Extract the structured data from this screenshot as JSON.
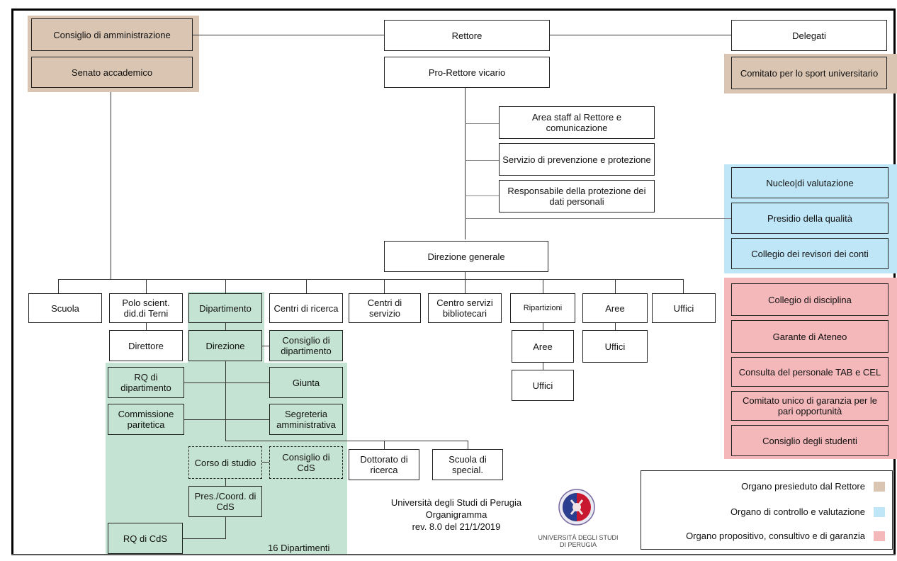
{
  "colors": {
    "tan": "#d9c5b2",
    "blue": "#bfe6f6",
    "pink": "#f4b8bb",
    "green": "#c4e3d2"
  },
  "top": {
    "consiglio_amm": "Consiglio di amministrazione",
    "senato": "Senato accademico",
    "rettore": "Rettore",
    "pro_rettore": "Pro-Rettore vicario",
    "delegati": "Delegati",
    "comitato_sport": "Comitato per lo sport universitario"
  },
  "staff": {
    "area_staff": "Area staff al Rettore e comunicazione",
    "prevenzione": "Servizio di prevenzione e protezione",
    "responsabile_dati": "Responsabile della protezione dei dati personali"
  },
  "controllo": {
    "nucleo": "Nucleo|di valutazione",
    "presidio": "Presidio della qualità",
    "collegio_revisori": "Collegio dei revisori dei conti"
  },
  "direzione_generale": "Direzione generale",
  "row": {
    "scuola": "Scuola",
    "polo": "Polo scient. did.di Terni",
    "dipartimento": "Dipartimento",
    "centri_ricerca": "Centri di ricerca",
    "centri_servizio": "Centri di servizio",
    "centro_bib": "Centro servizi bibliotecari",
    "ripartizioni": "Ripartizioni",
    "aree": "Aree",
    "uffici": "Uffici"
  },
  "garanzia": {
    "collegio_disciplina": "Collegio di disciplina",
    "garante": "Garante di Ateneo",
    "consulta": "Consulta del personale TAB e CEL",
    "comitato_unico": "Comitato unico di garanzia per le pari opportunità",
    "consiglio_studenti": "Consiglio degli studenti"
  },
  "sub": {
    "direttore": "Direttore",
    "direzione": "Direzione",
    "consiglio_dip": "Consiglio di dipartimento",
    "rq_dip": "RQ di dipartimento",
    "giunta": "Giunta",
    "commissione": "Commissione paritetica",
    "segreteria": "Segreteria amministrativa",
    "corso_studio": "Corso di studio",
    "consiglio_cds": "Consiglio di CdS",
    "dottorato": "Dottorato di ricerca",
    "scuola_special": "Scuola di special.",
    "pres_coord": "Pres./Coord. di CdS",
    "rq_cds": "RQ di CdS",
    "sedici": "16 Dipartimenti",
    "rip_aree": "Aree",
    "rip_uffici": "Uffici",
    "aree_uffici": "Uffici"
  },
  "caption": {
    "line1": "Università degli Studi di Perugia",
    "line2": "Organigramma",
    "line3": "rev. 8.0 del 21/1/2019"
  },
  "logo": {
    "name_line1": "UNIVERSITÀ DEGLI STUDI",
    "name_line2": "DI PERUGIA"
  },
  "legend": {
    "item1": "Organo presieduto dal Rettore",
    "item2": "Organo di controllo e valutazione",
    "item3": "Organo propositivo, consultivo e di garanzia"
  }
}
